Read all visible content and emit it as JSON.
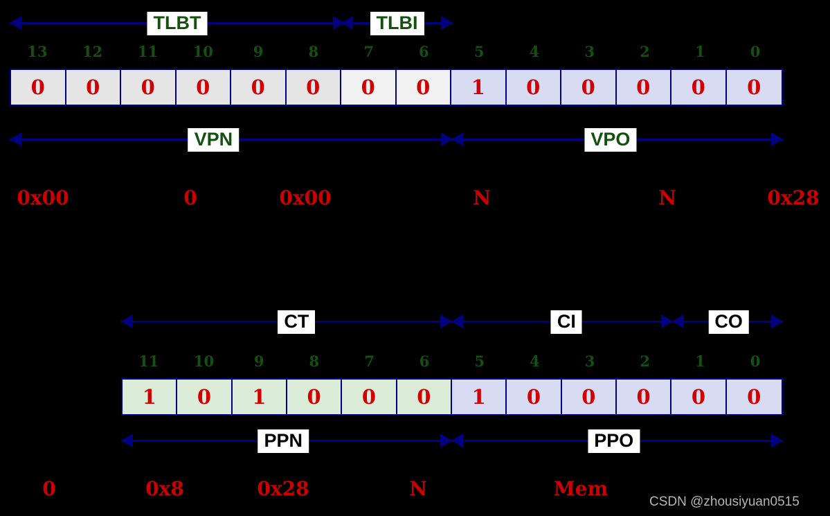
{
  "diagram": {
    "background_color": "#000000",
    "accent_color": "#000080",
    "bit_value_color": "#d00000",
    "va_label_color": "#14500f",
    "pa_label_color": "#000000",
    "note_color": "#cc0000"
  },
  "virtual_address": {
    "bit_indices": [
      "13",
      "12",
      "11",
      "10",
      "9",
      "8",
      "7",
      "6",
      "5",
      "4",
      "3",
      "2",
      "1",
      "0"
    ],
    "bits": [
      "0",
      "0",
      "0",
      "0",
      "0",
      "0",
      "0",
      "0",
      "1",
      "0",
      "0",
      "0",
      "0",
      "0"
    ],
    "top_spans": [
      {
        "label": "TLBT"
      },
      {
        "label": "TLBI"
      }
    ],
    "bottom_spans": [
      {
        "label": "VPN"
      },
      {
        "label": "VPO"
      }
    ],
    "notes": [
      "0x00",
      "0",
      "0x00",
      "N",
      "N",
      "0x28"
    ]
  },
  "physical_address": {
    "bit_indices": [
      "11",
      "10",
      "9",
      "8",
      "7",
      "6",
      "5",
      "4",
      "3",
      "2",
      "1",
      "0"
    ],
    "bits": [
      "1",
      "0",
      "1",
      "0",
      "0",
      "0",
      "1",
      "0",
      "0",
      "0",
      "0",
      "0"
    ],
    "top_spans": [
      {
        "label": "CT"
      },
      {
        "label": "CI"
      },
      {
        "label": "CO"
      }
    ],
    "bottom_spans": [
      {
        "label": "PPN"
      },
      {
        "label": "PPO"
      }
    ],
    "notes": [
      "0",
      "0x8",
      "0x28",
      "N",
      "Mem"
    ]
  },
  "watermark": {
    "text": "CSDN @zhousiyuan0515"
  }
}
